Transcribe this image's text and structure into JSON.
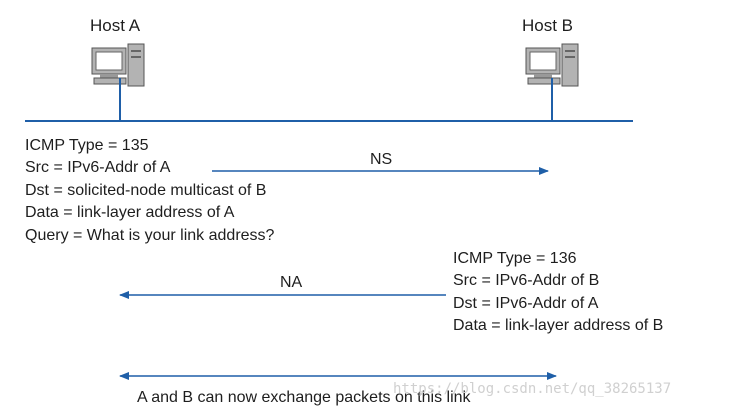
{
  "hosts": {
    "a": {
      "label": "Host A"
    },
    "b": {
      "label": "Host B"
    }
  },
  "ns_message": {
    "lines": [
      "ICMP Type = 135",
      "Src = IPv6-Addr of A",
      "Dst = solicited-node multicast of B",
      "Data = link-layer address of A",
      "Query = What is your link address?"
    ],
    "arrow_label": "NS"
  },
  "na_message": {
    "lines": [
      "ICMP Type = 136",
      "Src = IPv6-Addr of B",
      "Dst = IPv6-Addr of A",
      "Data = link-layer address of B"
    ],
    "arrow_label": "NA"
  },
  "exchange_caption": "A and B can now exchange packets on this link",
  "watermark": "https://blog.csdn.net/qq_38265137",
  "colors": {
    "line": "#1f5fa8",
    "computer_fill": "#b3b3b3",
    "computer_dark": "#666666",
    "screen": "#ffffff"
  }
}
